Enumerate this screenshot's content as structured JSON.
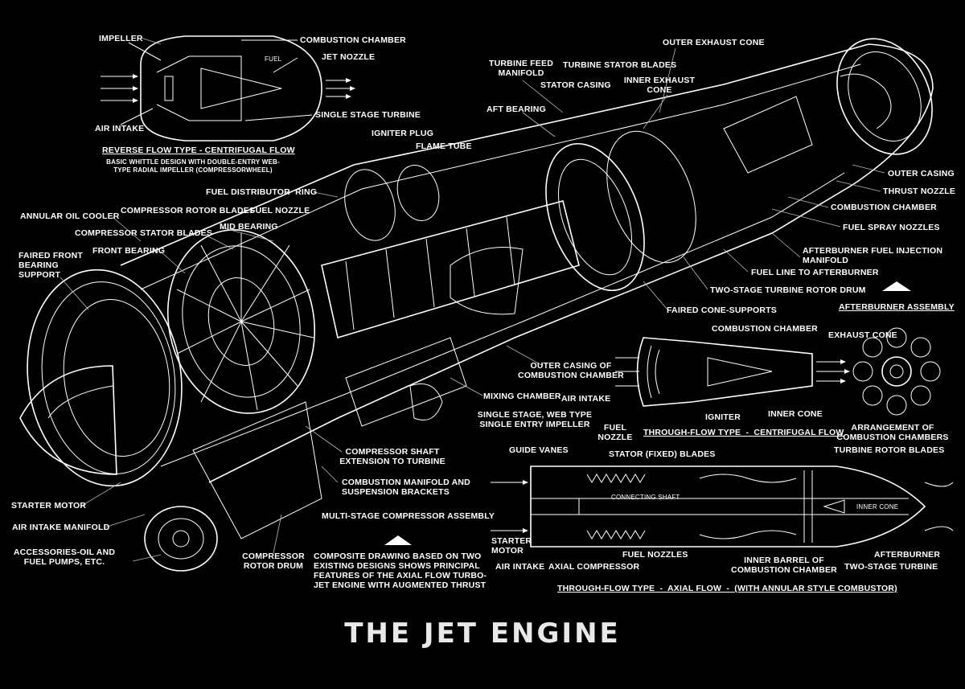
{
  "title": "THE JET ENGINE",
  "labels": {
    "impeller": "IMPELLER",
    "combustion_chamber_top": "COMBUSTION CHAMBER",
    "fuel": "FUEL",
    "jet_nozzle": "JET NOZZLE",
    "single_stage_turbine": "SINGLE STAGE TURBINE",
    "air_intake_top": "AIR INTAKE",
    "reverse_flow_title": "REVERSE FLOW TYPE - CENTRIFUGAL FLOW",
    "reverse_flow_desc": "BASIC WHITTLE DESIGN WITH DOUBLE-ENTRY WEB-\nTYPE RADIAL IMPELLER (COMPRESSORWHEEL)",
    "turbine_feed_manifold": "TURBINE FEED\nMANIFOLD",
    "turbine_stator_blades": "TURBINE STATOR BLADES",
    "stator_casing": "STATOR CASING",
    "outer_exhaust_cone": "OUTER EXHAUST CONE",
    "inner_exhaust_cone": "INNER EXHAUST\nCONE",
    "aft_bearing": "AFT BEARING",
    "igniter_plug": "IGNITER PLUG",
    "flame_tube": "FLAME TUBE",
    "fuel_distributor_ring": "FUEL DISTRIBUTOR  RING",
    "compressor_rotor_blades": "COMPRESSOR ROTOR BLADES",
    "fuel_nozzle": "FUEL NOZZLE",
    "annular_oil_cooler": "ANNULAR OIL COOLER",
    "mid_bearing": "MID BEARING",
    "compressor_stator_blades": "COMPRESSOR STATOR BLADES",
    "faired_front_bearing_support": "FAIRED FRONT\nBEARING\nSUPPORT",
    "front_bearing": "FRONT BEARING",
    "outer_casing": "OUTER CASING",
    "thrust_nozzle": "THRUST NOZZLE",
    "combustion_chamber_right": "COMBUSTION CHAMBER",
    "fuel_spray_nozzles": "FUEL SPRAY NOZZLES",
    "afterburner_fuel_injection_manifold": "AFTERBURNER FUEL INJECTION\nMANIFOLD",
    "fuel_line_to_afterburner": "FUEL LINE TO AFTERBURNER",
    "two_stage_turbine_rotor_drum": "TWO-STAGE TURBINE ROTOR DRUM",
    "faired_cone_supports": "FAIRED CONE-SUPPORTS",
    "afterburner_assembly": "AFTERBURNER ASSEMBLY",
    "combustion_chamber_mid": "COMBUSTION CHAMBER",
    "exhaust_cone": "EXHAUST CONE",
    "outer_casing_of_cc": "OUTER CASING OF\nCOMBUSTION CHAMBER",
    "mixing_chamber": "MIXING CHAMBER",
    "air_intake_mid": "AIR INTAKE",
    "single_stage_web": "SINGLE STAGE, WEB TYPE\nSINGLE ENTRY IMPELLER",
    "fuel_nozzle_mid": "FUEL\nNOZZLE",
    "igniter": "IGNITER",
    "inner_cone": "INNER CONE",
    "through_flow_centrifugal": "THROUGH-FLOW TYPE  -  CENTRIFUGAL FLOW",
    "arrangement": "ARRANGEMENT OF\nCOMBUSTION CHAMBERS",
    "compressor_shaft_ext": "COMPRESSOR SHAFT\nEXTENSION TO TURBINE",
    "guide_vanes": "GUIDE VANES",
    "stator_fixed_blades": "STATOR (FIXED) BLADES",
    "turbine_rotor_blades": "TURBINE ROTOR BLADES",
    "combustion_manifold": "COMBUSTION MANIFOLD AND\nSUSPENSION BRACKETS",
    "connecting_shaft": "CONNECTING SHAFT",
    "inner_cone_axial": "INNER CONE",
    "starter_motor_left": "STARTER MOTOR",
    "multi_stage_compressor": "MULTI-STAGE COMPRESSOR ASSEMBLY",
    "air_intake_manifold": "AIR INTAKE MANIFOLD",
    "starter_motor_axial": "STARTER\nMOTOR",
    "accessories": "ACCESSORIES-OIL AND\nFUEL PUMPS, ETC.",
    "compressor_rotor_drum": "COMPRESSOR\nROTOR DRUM",
    "composite_note": "COMPOSITE DRAWING BASED ON TWO\nEXISTING DESIGNS SHOWS PRINCIPAL\nFEATURES OF THE AXIAL FLOW TURBO-\nJET ENGINE WITH AUGMENTED THRUST",
    "fuel_nozzles_axial": "FUEL NOZZLES",
    "afterburner": "AFTERBURNER",
    "air_intake_axial": "AIR INTAKE",
    "axial_compressor": "AXIAL COMPRESSOR",
    "inner_barrel": "INNER BARREL OF\nCOMBUSTION CHAMBER",
    "two_stage_turbine": "TWO-STAGE TURBINE",
    "through_flow_axial": "THROUGH-FLOW TYPE  -  AXIAL FLOW  -  (WITH ANNULAR STYLE COMBUSTOR)"
  },
  "colors": {
    "background": "#000000",
    "ink": "#ffffff"
  }
}
